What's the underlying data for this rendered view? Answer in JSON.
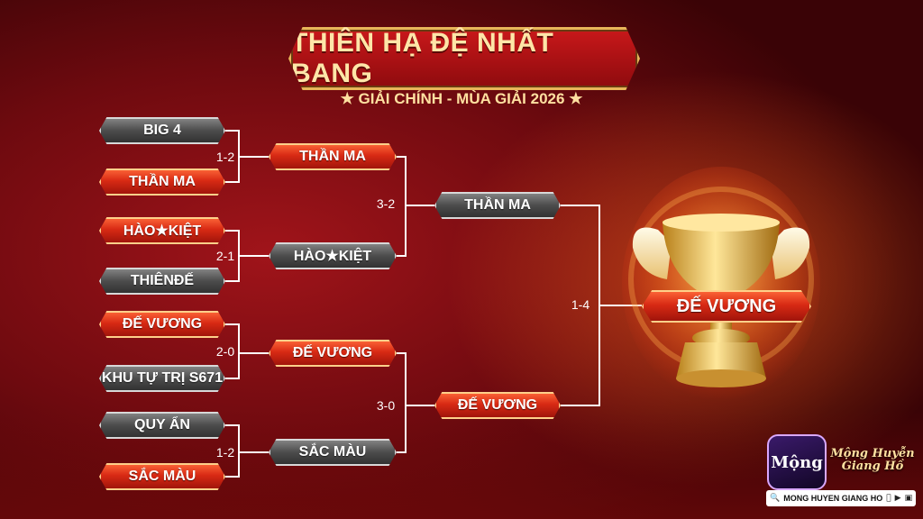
{
  "header": {
    "title": "THIÊN HẠ ĐỆ NHẤT BANG",
    "subtitle": "GIẢI CHÍNH - MÙA GIẢI 2026",
    "star_left": "★",
    "star_right": "★"
  },
  "bracket": {
    "round1": [
      {
        "top": "BIG 4",
        "top_style": "gray",
        "bottom": "THẦN MA",
        "bottom_style": "red",
        "score": "1-2"
      },
      {
        "top": "HÀO★KIỆT",
        "top_style": "red",
        "bottom": "THIÊNĐẾ",
        "bottom_style": "gray",
        "score": "2-1"
      },
      {
        "top": "ĐẾ VƯƠNG",
        "top_style": "red",
        "bottom": "KHU TỰ TRỊ S671",
        "bottom_style": "gray",
        "score": "2-0"
      },
      {
        "top": "QUY ẨN",
        "top_style": "gray",
        "bottom": "SẮC MÀU",
        "bottom_style": "red",
        "score": "1-2"
      }
    ],
    "round2": [
      {
        "team": "THẦN MA",
        "style": "red"
      },
      {
        "team": "HÀO★KIỆT",
        "style": "gray"
      },
      {
        "team": "ĐẾ VƯƠNG",
        "style": "red"
      },
      {
        "team": "SẮC MÀU",
        "style": "gray"
      }
    ],
    "round2_scores": [
      "3-2",
      "3-0"
    ],
    "round3": [
      {
        "team": "THẦN MA",
        "style": "gray"
      },
      {
        "team": "ĐẾ VƯƠNG",
        "style": "red"
      }
    ],
    "final_score": "1-4",
    "champion": "ĐẾ VƯƠNG"
  },
  "branding": {
    "app_icon_text": "Mộng",
    "logo_text": "Mộng Huyễn Giang Hồ",
    "search_text": "MONG HUYEN GIANG HO",
    "accent_color": "#e8b65a",
    "winner_plate_color": "#d82a14",
    "loser_plate_color": "#4c4c4c"
  }
}
